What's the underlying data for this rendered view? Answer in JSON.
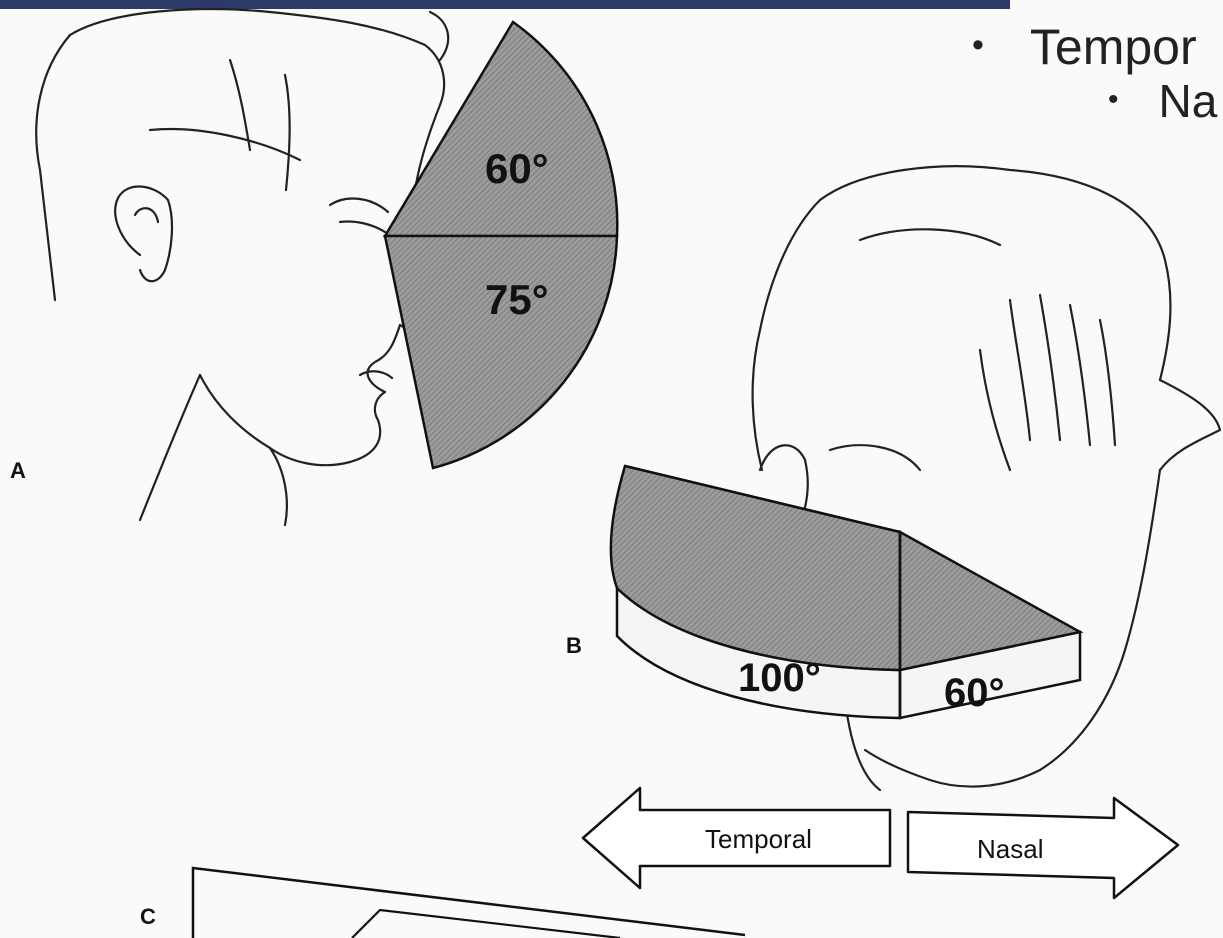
{
  "slide": {
    "bullet_1": "Tempor",
    "bullet_2": "Na",
    "accent_color": "#2b3a67"
  },
  "figure": {
    "panel_a": {
      "label": "A",
      "upper_angle": "60°",
      "lower_angle": "75°"
    },
    "panel_b": {
      "label": "B",
      "temporal_angle": "100°",
      "nasal_angle": "60°"
    },
    "panel_c": {
      "label": "C"
    },
    "arrow_left_label": "Temporal",
    "arrow_right_label": "Nasal"
  }
}
